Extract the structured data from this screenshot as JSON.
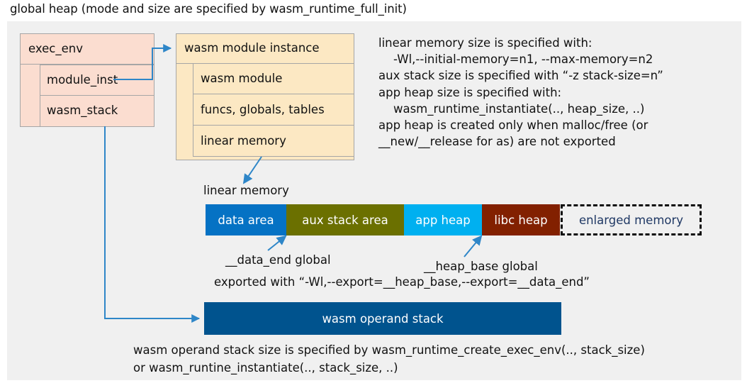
{
  "title": "global heap (mode and size are specified by wasm_runtime_full_init)",
  "exec_env": {
    "header": "exec_env",
    "fields": [
      {
        "label": "module_inst"
      },
      {
        "label": "wasm_stack"
      }
    ],
    "fill": "#fbddd0"
  },
  "wasm_module_instance": {
    "header": "wasm module instance",
    "rows": [
      {
        "label": "wasm module"
      },
      {
        "label": "funcs, globals, tables"
      },
      {
        "label": "linear memory"
      }
    ],
    "fill": "#fce8c3"
  },
  "notes": "linear memory size is specified with:\n    -Wl,--initial-memory=n1, --max-memory=n2\naux stack size is specified with “-z stack-size=n”\napp heap size is specified with:\n    wasm_runtime_instantiate(.., heap_size, ..)\napp heap is created only when malloc/free (or\n__new/__release for as) are not exported",
  "linear_memory": {
    "label": "linear memory",
    "segments": [
      {
        "name": "data area",
        "color": "#0572c4",
        "text_color": "#ffffff",
        "dashed": false
      },
      {
        "name": "aux stack area",
        "color": "#6b7000",
        "text_color": "#ffffff",
        "dashed": false
      },
      {
        "name": "app heap",
        "color": "#00b0f0",
        "text_color": "#ffffff",
        "dashed": false
      },
      {
        "name": "libc heap",
        "color": "#822000",
        "text_color": "#ffffff",
        "dashed": false
      },
      {
        "name": "enlarged memory",
        "color": "#f0f0f0",
        "text_color": "#1f3864",
        "dashed": true
      }
    ],
    "annotations": {
      "data_end": "__data_end global",
      "heap_base": "__heap_base global",
      "exported": "exported with “-Wl,--export=__heap_base,--export=__data_end”"
    }
  },
  "operand_stack": {
    "label": "wasm operand stack",
    "color": "#00538e"
  },
  "bottom_notes": "wasm operand stack size is specified by wasm_runtime_create_exec_env(.., stack_size)\nor wasm_runtine_instantiate(.., stack_size, ..)",
  "colors": {
    "canvas": "#f0f0f0",
    "connector": "#2e86c8",
    "border": "#a6a6a6"
  }
}
